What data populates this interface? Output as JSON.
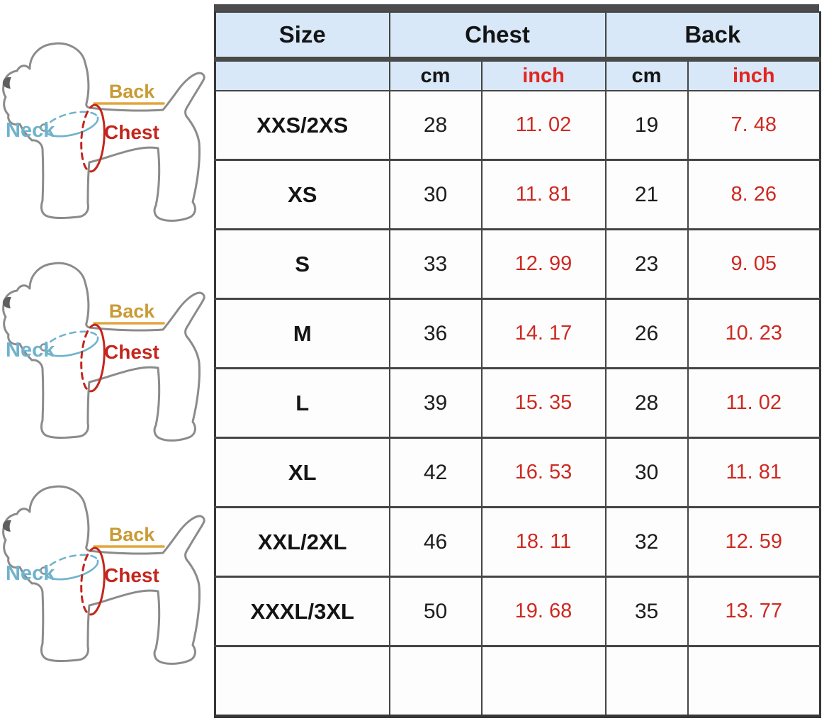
{
  "diagram": {
    "dog_count": 3,
    "back_label": "Back",
    "neck_label": "Neck",
    "chest_label": "Chest"
  },
  "colors": {
    "header_bg": "#d8e8f8",
    "inch_red": "#e2261f",
    "value_red": "#ce2a22",
    "text_black": "#141414",
    "grid_dark": "#454545",
    "dog_outline": "#8b8b8b",
    "nose": "#5f5f5f",
    "neck": "#6fb3cd",
    "chest": "#c4261d",
    "back_label": "#c99b35",
    "back_line": "#e2a53d"
  },
  "table": {
    "header": {
      "size": "Size",
      "chest": "Chest",
      "back": "Back",
      "cm": "cm",
      "inch": "inch"
    },
    "rows": [
      {
        "size": "XXS/2XS",
        "chest_cm": "28",
        "chest_inch": "11. 02",
        "back_cm": "19",
        "back_inch": "7. 48"
      },
      {
        "size": "XS",
        "chest_cm": "30",
        "chest_inch": "11. 81",
        "back_cm": "21",
        "back_inch": "8. 26"
      },
      {
        "size": "S",
        "chest_cm": "33",
        "chest_inch": "12. 99",
        "back_cm": "23",
        "back_inch": "9. 05"
      },
      {
        "size": "M",
        "chest_cm": "36",
        "chest_inch": "14. 17",
        "back_cm": "26",
        "back_inch": "10. 23"
      },
      {
        "size": "L",
        "chest_cm": "39",
        "chest_inch": "15. 35",
        "back_cm": "28",
        "back_inch": "11. 02"
      },
      {
        "size": "XL",
        "chest_cm": "42",
        "chest_inch": "16. 53",
        "back_cm": "30",
        "back_inch": "11. 81"
      },
      {
        "size": "XXL/2XL",
        "chest_cm": "46",
        "chest_inch": "18. 11",
        "back_cm": "32",
        "back_inch": "12. 59"
      },
      {
        "size": "XXXL/3XL",
        "chest_cm": "50",
        "chest_inch": "19. 68",
        "back_cm": "35",
        "back_inch": "13. 77"
      },
      {
        "size": "",
        "chest_cm": "",
        "chest_inch": "",
        "back_cm": "",
        "back_inch": ""
      }
    ]
  },
  "chart_data": {
    "type": "table",
    "title": "Dog apparel size chart",
    "columns": [
      "Size",
      "Chest cm",
      "Chest inch",
      "Back cm",
      "Back inch"
    ],
    "rows": [
      [
        "XXS/2XS",
        28,
        11.02,
        19,
        7.48
      ],
      [
        "XS",
        30,
        11.81,
        21,
        8.26
      ],
      [
        "S",
        33,
        12.99,
        23,
        9.05
      ],
      [
        "M",
        36,
        14.17,
        26,
        10.23
      ],
      [
        "L",
        39,
        15.35,
        28,
        11.02
      ],
      [
        "XL",
        42,
        16.53,
        30,
        11.81
      ],
      [
        "XXL/2XL",
        46,
        18.11,
        32,
        12.59
      ],
      [
        "XXXL/3XL",
        50,
        19.68,
        35,
        13.77
      ]
    ],
    "annotations": [
      "Back",
      "Neck",
      "Chest"
    ]
  }
}
